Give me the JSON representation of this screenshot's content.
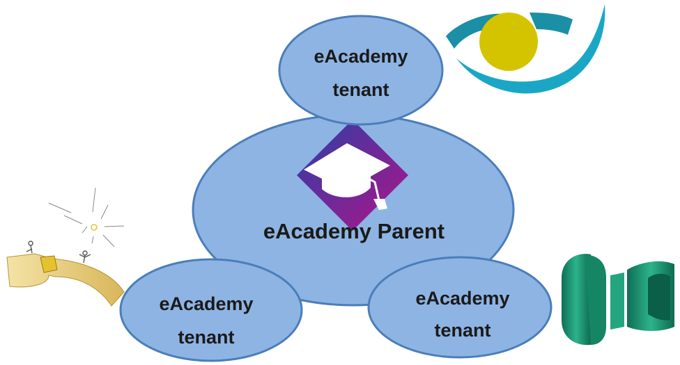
{
  "diagram": {
    "parent": {
      "label": "eAcademy Parent",
      "icon": "graduation-cap-icon"
    },
    "tenants": [
      {
        "line1": "eAcademy",
        "line2": "tenant",
        "position": "top"
      },
      {
        "line1": "eAcademy",
        "line2": "tenant",
        "position": "bottom-left"
      },
      {
        "line1": "eAcademy",
        "line2": "tenant",
        "position": "bottom-right"
      }
    ],
    "logos": [
      {
        "name": "eye-swoosh-logo",
        "position": "top-right"
      },
      {
        "name": "bridge-sun-logo",
        "position": "left"
      },
      {
        "name": "green-3d-shape-logo",
        "position": "bottom-right"
      }
    ]
  },
  "colors": {
    "node_fill": "#8EB4E3",
    "node_stroke": "#4A7EBB",
    "cap_gradient_start": "#2B3FA6",
    "cap_gradient_end": "#B0148A",
    "eye_teal": "#1AA7C6",
    "eye_yellow": "#D4C400",
    "green_shape": "#1E9A78"
  }
}
